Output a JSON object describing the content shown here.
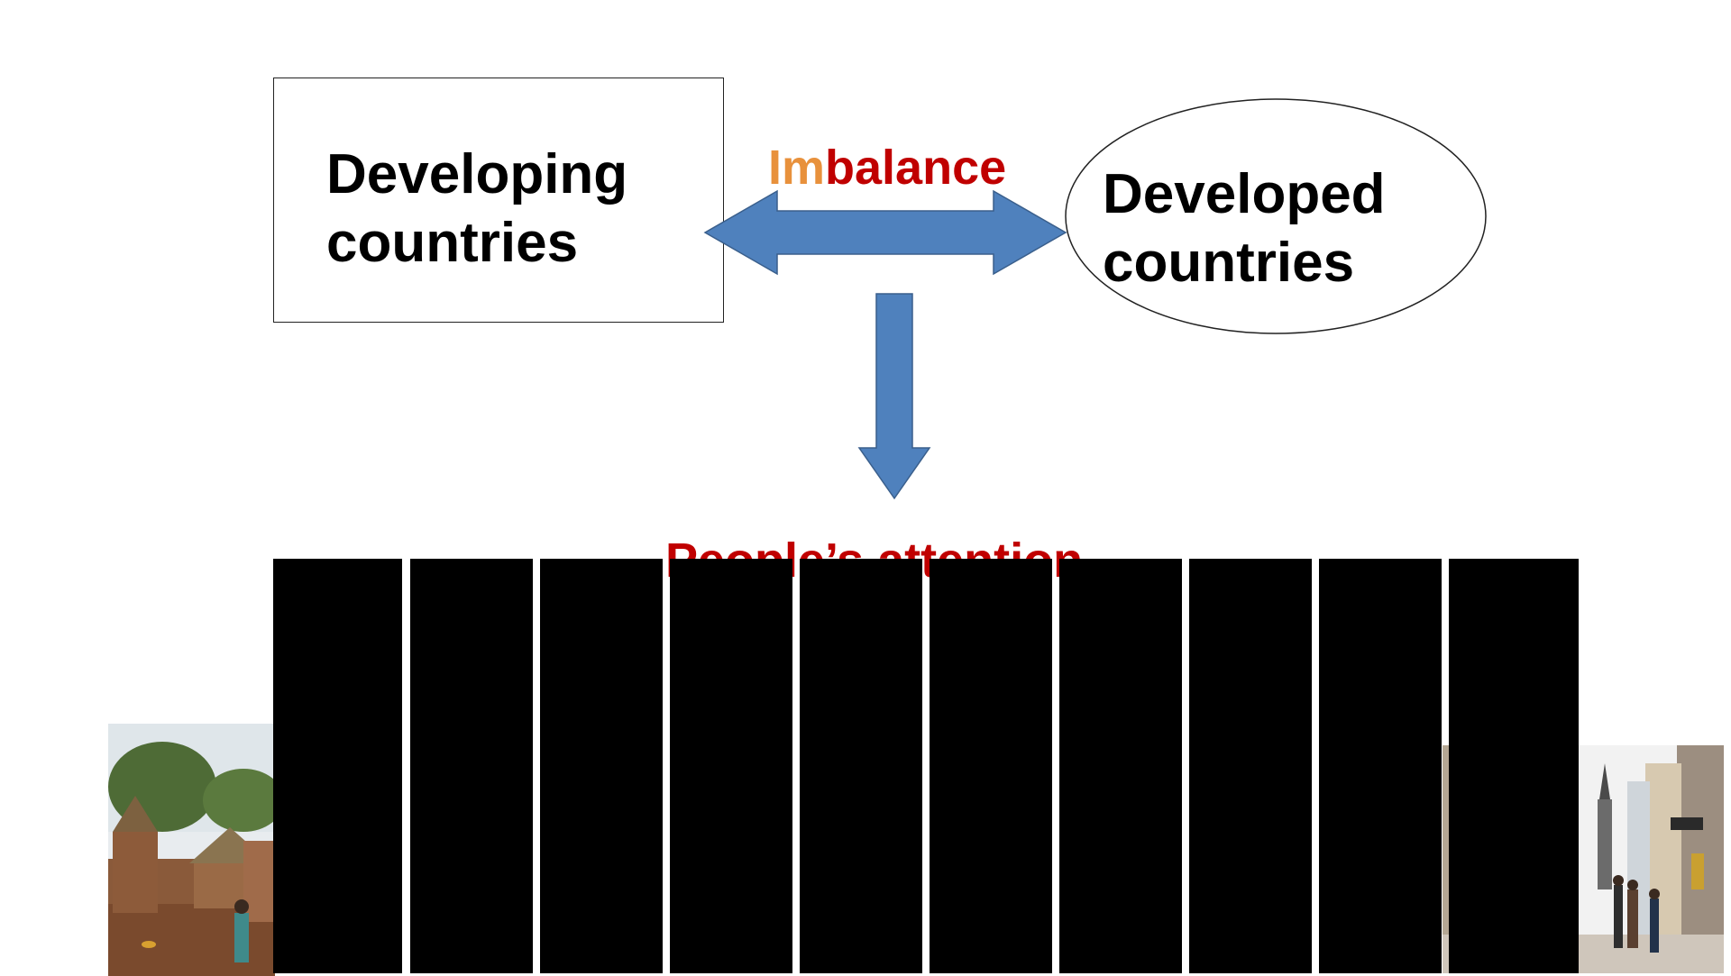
{
  "diagram": {
    "left_node": {
      "line1": "Developing",
      "line2": "countries"
    },
    "right_node": {
      "line1": "Developed",
      "line2": "countries"
    },
    "relation": {
      "part1": "Im",
      "part2": "balance"
    },
    "result": "People’s attention"
  },
  "photos": [
    {
      "name": "village-photo",
      "subject": "rural village with thatched huts"
    },
    {
      "name": "city-street-photo",
      "subject": "european city street with pedestrians"
    }
  ],
  "colors": {
    "arrow_fill": "#4F81BD",
    "arrow_stroke": "#3A5F8C",
    "imbalance_orange": "#E8913C",
    "accent_red": "#C00000",
    "redaction": "#000000"
  }
}
